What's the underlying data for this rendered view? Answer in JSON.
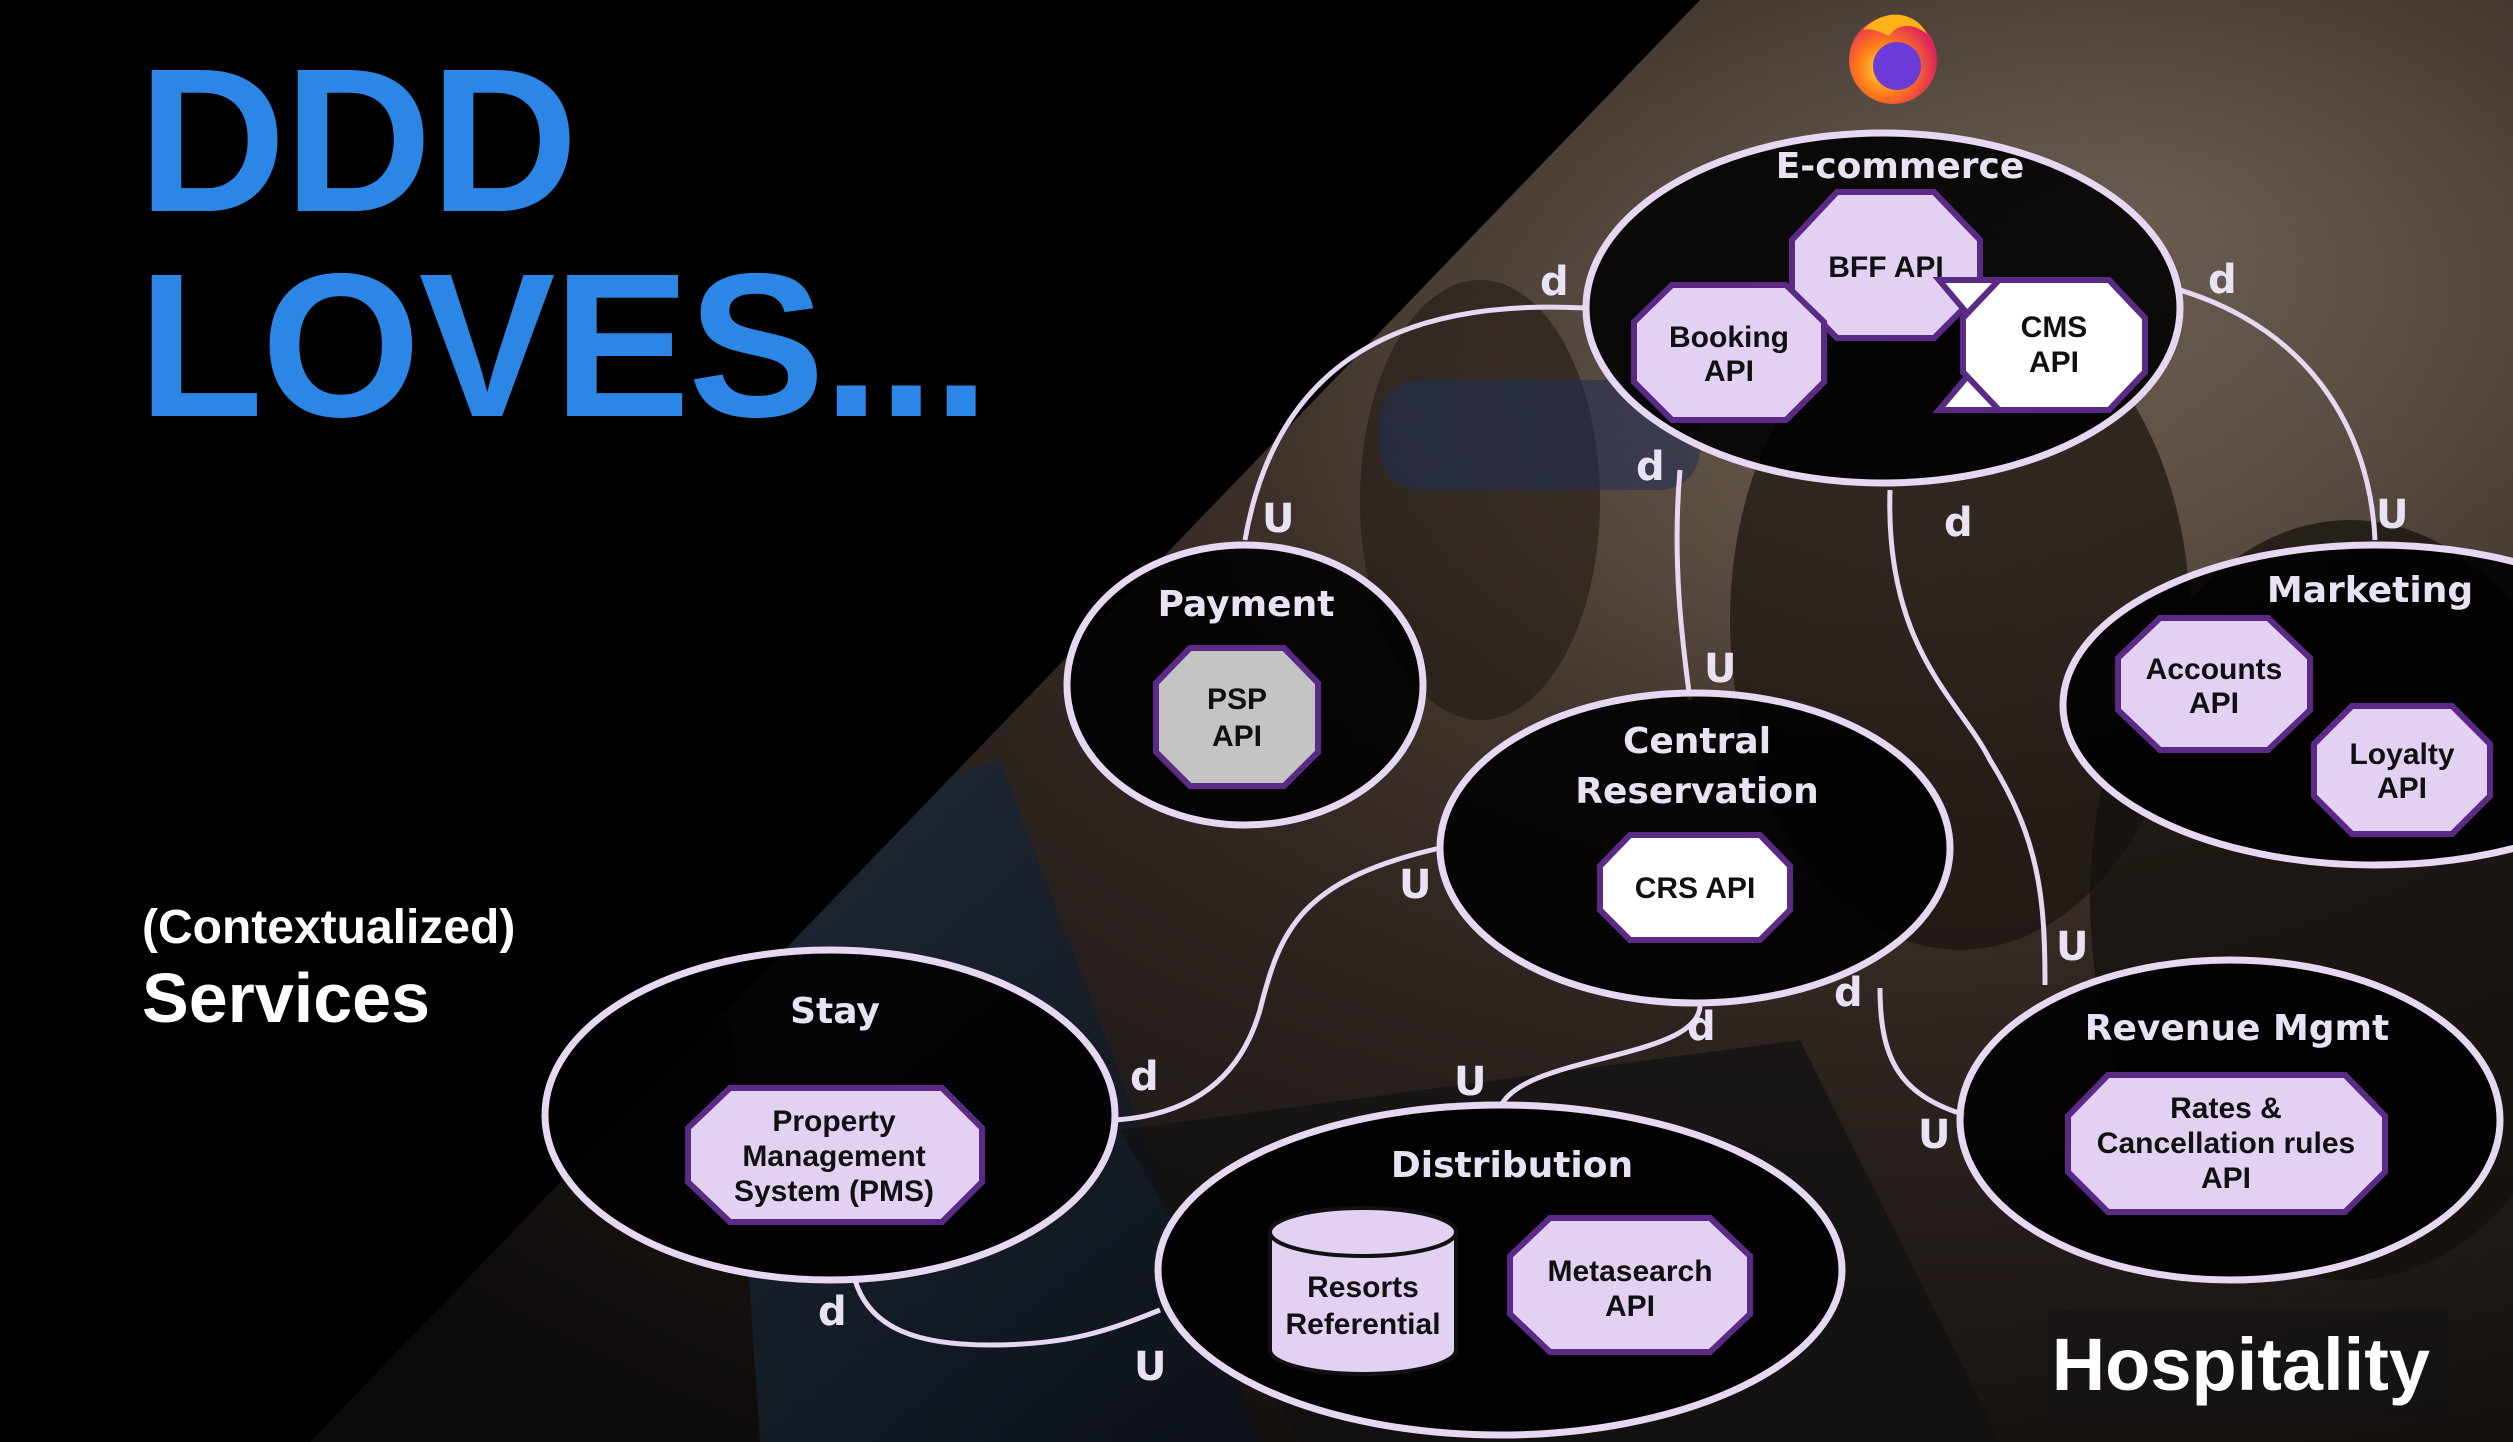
{
  "title": {
    "line1": "DDD",
    "line2": "LOVES..."
  },
  "subtitle": {
    "line1": "(Contextualized)",
    "line2": "Services"
  },
  "tag": "Hospitality",
  "browser_icon": "firefox-icon",
  "colors": {
    "title": "#2b86e6",
    "context_outline": "#e6d8f2",
    "node_fill": "#e3d1f3",
    "node_stroke": "#5b2a86",
    "node_white": "#ffffff",
    "node_gray": "#c4c4c4"
  },
  "contexts": {
    "ecommerce": {
      "label": "E-commerce",
      "nodes": [
        "BFF API",
        "Booking API",
        "CMS API"
      ]
    },
    "payment": {
      "label": "Payment",
      "nodes": [
        "PSP API"
      ]
    },
    "marketing": {
      "label": "Marketing",
      "nodes": [
        "Accounts API",
        "Loyalty API"
      ]
    },
    "central": {
      "label_line1": "Central",
      "label_line2": "Reservation",
      "nodes": [
        "CRS API"
      ]
    },
    "stay": {
      "label": "Stay",
      "nodes": [
        "Property Management System (PMS)"
      ]
    },
    "distribution": {
      "label": "Distribution",
      "nodes": [
        "Resorts Referential",
        "Metasearch API"
      ]
    },
    "revenue": {
      "label": "Revenue Mgmt",
      "nodes": [
        "Rates & Cancellation rules API"
      ]
    }
  },
  "node_lines": {
    "bff": [
      "BFF API"
    ],
    "booking": [
      "Booking",
      "API"
    ],
    "cms": [
      "CMS",
      "API"
    ],
    "psp": [
      "PSP",
      "API"
    ],
    "accounts": [
      "Accounts",
      "API"
    ],
    "loyalty": [
      "Loyalty",
      "API"
    ],
    "crs": [
      "CRS API"
    ],
    "pms": [
      "Property",
      "Management",
      "System (PMS)"
    ],
    "resorts": [
      "Resorts",
      "Referential"
    ],
    "metasearch": [
      "Metasearch",
      "API"
    ],
    "rates": [
      "Rates &",
      "Cancellation rules",
      "API"
    ]
  },
  "relationship_markers": {
    "downstream": "d",
    "upstream": "U"
  }
}
